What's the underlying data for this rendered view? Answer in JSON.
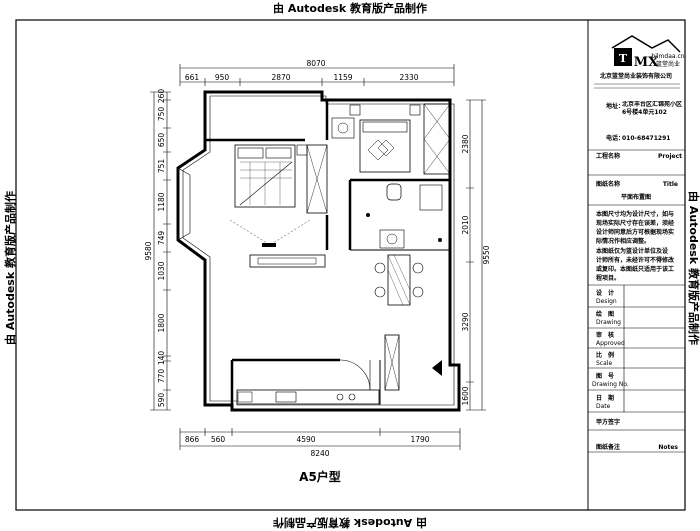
{
  "watermarks": {
    "text": "由 Autodesk 教育版产品制作"
  },
  "plan": {
    "title": "A5户型",
    "dims_top_total": "8070",
    "dims_top": [
      "661",
      "950",
      "2870",
      "1159",
      "2330"
    ],
    "dims_bottom_total": "8240",
    "dims_bottom": [
      "866",
      "560",
      "4590",
      "1790"
    ],
    "dims_left_total": "9580",
    "dims_left": [
      "260",
      "750",
      "650",
      "751",
      "1180",
      "749",
      "1030",
      "1800",
      "140",
      "770",
      "590"
    ],
    "dims_right_total": "9550",
    "dims_right": [
      "2380",
      "2010",
      "3290",
      "1600"
    ]
  },
  "title_block": {
    "company_name": "北京篮堂尚业装饰有限公司",
    "logo_url": "bjlmdaa.cn",
    "logo_slogan": "篮堂尚业",
    "address_label": "地址：",
    "address": "北京丰台区汇锦苑小区6号楼4单元102",
    "phone_label": "电话：",
    "phone": "010-68471291",
    "project_label": "工程名称",
    "project_label_en": "Project",
    "drawing_name_label": "图纸名称",
    "drawing_name_label_en": "Title",
    "drawing_name": "平面布置图",
    "notes": [
      "本图尺寸均为设计尺寸，如与",
      "现场实际尺寸存在误差，须经",
      "设计师同意后方可根据现场实",
      "际情况作相应调整。",
      "本图纸仅为篮设计单位及设",
      "计师所有，未经许可不得修改",
      "或复印。本图纸只适用于该工",
      "程项目。"
    ],
    "rows": [
      {
        "cn": "设　计",
        "en": "Design"
      },
      {
        "cn": "绘　图",
        "en": "Drawing"
      },
      {
        "cn": "审　核",
        "en": "Approved"
      },
      {
        "cn": "比　例",
        "en": "Scale"
      },
      {
        "cn": "图　号",
        "en": "Drawing No."
      },
      {
        "cn": "日　期",
        "en": "Date"
      },
      {
        "cn": "甲方签字",
        "en": ""
      },
      {
        "cn": "图纸备注",
        "en": "Notes"
      }
    ]
  }
}
